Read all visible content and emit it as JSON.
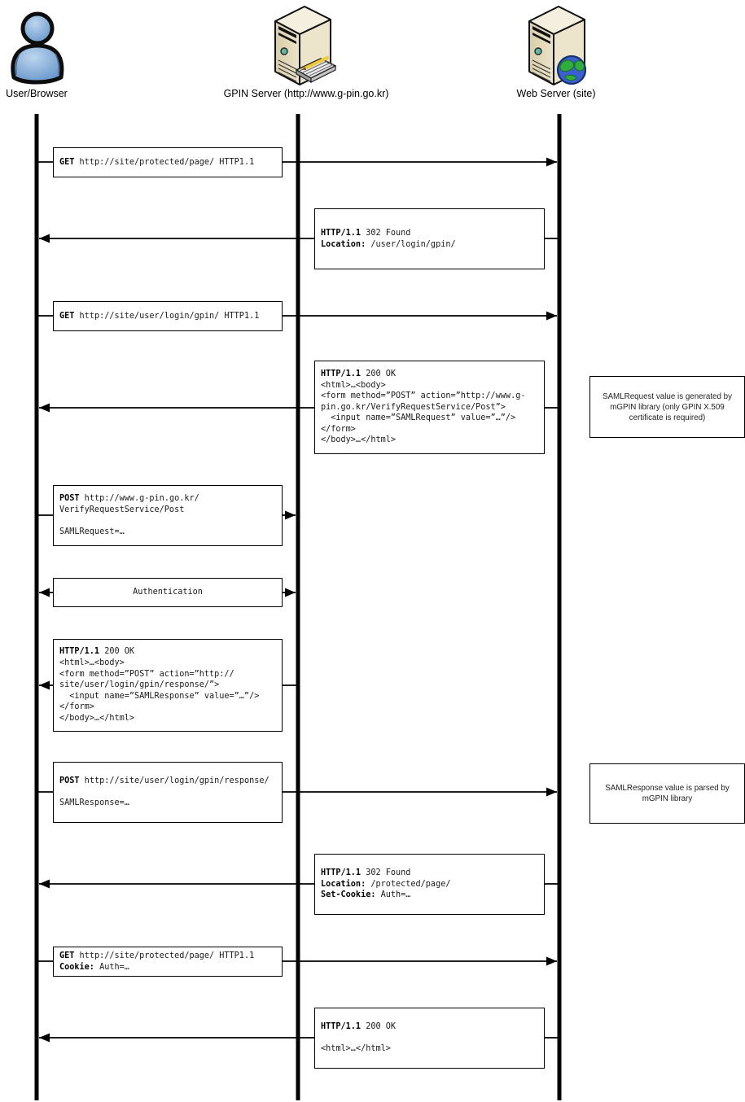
{
  "diagram": {
    "actors": [
      {
        "id": "user",
        "label": "User/Browser",
        "icon": "person-icon"
      },
      {
        "id": "gpin",
        "label": "GPIN Server (http://www.g-pin.go.kr)",
        "icon": "server-with-keyboard-icon"
      },
      {
        "id": "web",
        "label": "Web Server (site)",
        "icon": "server-with-globe-icon"
      }
    ],
    "messages": [
      {
        "from": "user",
        "to": "web",
        "lines": [
          [
            {
              "b": "GET"
            },
            " http://site/protected/page/ HTTP1.1"
          ]
        ]
      },
      {
        "from": "web",
        "to": "user",
        "lines": [
          [
            {
              "b": "HTTP/1.1"
            },
            " 302 Found"
          ],
          [
            {
              "b": "Location:"
            },
            " /user/login/gpin/"
          ]
        ]
      },
      {
        "from": "user",
        "to": "web",
        "lines": [
          [
            {
              "b": "GET"
            },
            " http://site/user/login/gpin/ HTTP1.1"
          ]
        ]
      },
      {
        "from": "web",
        "to": "user",
        "lines": [
          [
            {
              "b": "HTTP/1.1"
            },
            " 200 OK"
          ],
          [
            "<html>…<body>"
          ],
          [
            "<form method=”POST” action=”http://www.g-"
          ],
          [
            "pin.go.kr/VerifyRequestService/Post”>"
          ],
          [
            "  <input name=”SAMLRequest” value=”…”/>"
          ],
          [
            "</form>"
          ],
          [
            "</body>…</html>"
          ]
        ]
      },
      {
        "from": "user",
        "to": "gpin",
        "lines": [
          [
            {
              "b": "POST"
            },
            " http://www.g-pin.go.kr/"
          ],
          [
            "VerifyRequestService/Post"
          ],
          [
            ""
          ],
          [
            "SAMLRequest=…"
          ]
        ]
      },
      {
        "from": "user",
        "to": "gpin",
        "bidirectional": true,
        "align": "center",
        "lines": [
          [
            "Authentication"
          ]
        ]
      },
      {
        "from": "gpin",
        "to": "user",
        "lines": [
          [
            {
              "b": "HTTP/1.1"
            },
            " 200 OK"
          ],
          [
            "<html>…<body>"
          ],
          [
            "<form method=”POST” action=”http://"
          ],
          [
            "site/user/login/gpin/response/”>"
          ],
          [
            "  <input name=”SAMLResponse” value=”…”/>"
          ],
          [
            "</form>"
          ],
          [
            "</body>…</html>"
          ]
        ]
      },
      {
        "from": "user",
        "to": "web",
        "lines": [
          [
            {
              "b": "POST"
            },
            " http://site/user/login/gpin/response/"
          ],
          [
            ""
          ],
          [
            "SAMLResponse=…"
          ]
        ]
      },
      {
        "from": "web",
        "to": "user",
        "lines": [
          [
            {
              "b": "HTTP/1.1"
            },
            " 302 Found"
          ],
          [
            {
              "b": "Location:"
            },
            " /protected/page/"
          ],
          [
            {
              "b": "Set-Cookie:"
            },
            " Auth=…"
          ]
        ]
      },
      {
        "from": "user",
        "to": "web",
        "lines": [
          [
            {
              "b": "GET"
            },
            " http://site/protected/page/ HTTP1.1"
          ],
          [
            {
              "b": "Cookie:"
            },
            " Auth=…"
          ]
        ]
      },
      {
        "from": "web",
        "to": "user",
        "lines": [
          [
            {
              "b": "HTTP/1.1"
            },
            " 200 OK"
          ],
          [
            ""
          ],
          [
            "<html>…</html>"
          ]
        ]
      }
    ],
    "notes": [
      {
        "text": "SAMLRequest value is generated by\nmGPIN library (only GPIN X.509\ncertificate is required)"
      },
      {
        "text": "SAMLResponse value is parsed by\nmGPIN library"
      }
    ]
  }
}
